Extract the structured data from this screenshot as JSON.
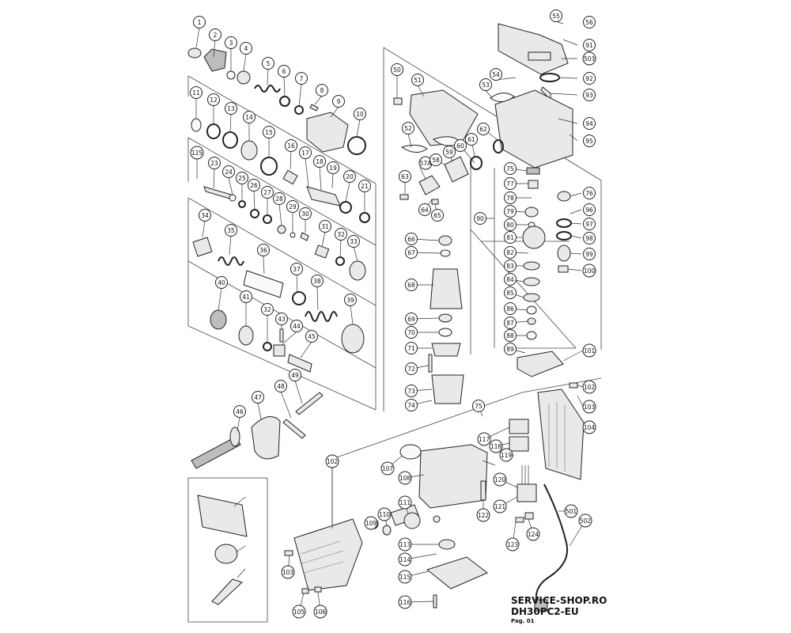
{
  "footer": {
    "shop": "SERVICE-SHOP.RO",
    "model": "DH30PC2-EU",
    "page": "Pag. 01"
  },
  "callouts": [
    "1",
    "2",
    "3",
    "4",
    "5",
    "6",
    "7",
    "8",
    "9",
    "10",
    "11",
    "12",
    "13",
    "14",
    "15",
    "16",
    "17",
    "18",
    "19",
    "20",
    "21",
    "125",
    "23",
    "24",
    "25",
    "26",
    "27",
    "28",
    "29",
    "30",
    "31",
    "32",
    "33",
    "34",
    "35",
    "36",
    "37",
    "38",
    "39",
    "40",
    "41",
    "32",
    "43",
    "44",
    "45",
    "46",
    "47",
    "48",
    "49",
    "50",
    "51",
    "52",
    "53",
    "54",
    "55",
    "56",
    "57A",
    "58",
    "59",
    "60",
    "61",
    "62",
    "63",
    "64",
    "65",
    "66",
    "67",
    "68",
    "69",
    "70",
    "71",
    "72",
    "73",
    "74",
    "75",
    "75",
    "76",
    "77",
    "78",
    "79",
    "80",
    "81",
    "82",
    "83",
    "84",
    "85",
    "86",
    "87",
    "88",
    "89",
    "90",
    "91",
    "92",
    "93",
    "94",
    "95",
    "96",
    "97",
    "98",
    "99",
    "100",
    "101",
    "102",
    "102",
    "103",
    "103",
    "104",
    "105",
    "106",
    "107",
    "108",
    "109",
    "110",
    "111",
    "113",
    "114",
    "115",
    "116",
    "117",
    "118",
    "119",
    "120",
    "121",
    "122",
    "123",
    "124",
    "501",
    "502",
    "503"
  ]
}
